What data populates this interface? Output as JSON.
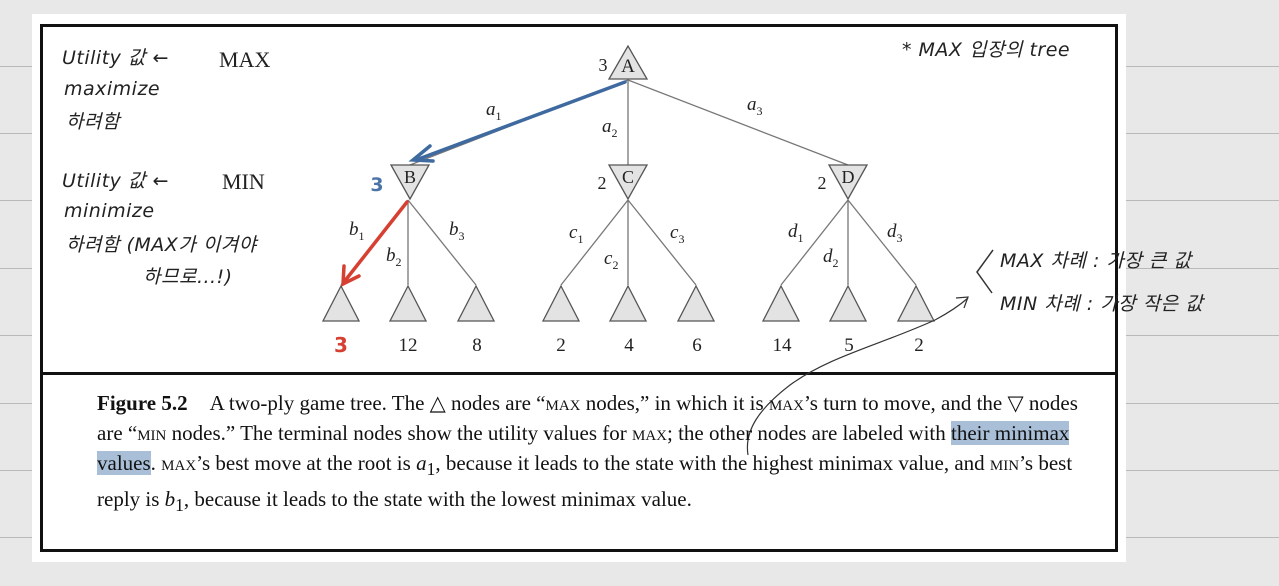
{
  "annotations": {
    "max_utility": "Utility 값 ←",
    "max_word": "MAX",
    "max_maximize": "maximize",
    "max_should": "하려함",
    "min_utility": "Utility 값 ←",
    "min_word": "MIN",
    "min_minimize": "minimize",
    "min_should": "하려함 (MAX가 이겨야",
    "min_should2": "하므로...!)",
    "corner_note": "* MAX 입장의 tree",
    "turn_max": "MAX 차례 : 가장 큰 값",
    "turn_min": "MIN 차례 : 가장 작은 값",
    "b_value": "3",
    "leaf_value": "3"
  },
  "tree": {
    "root": {
      "label": "A",
      "value": "3"
    },
    "min_nodes": [
      {
        "label": "B",
        "value": "3"
      },
      {
        "label": "C",
        "value": "2"
      },
      {
        "label": "D",
        "value": "2"
      }
    ],
    "root_edges": [
      "a",
      "a",
      "a"
    ],
    "root_edge_subs": [
      "1",
      "2",
      "3"
    ],
    "edge_groups": [
      {
        "letter": "b",
        "subs": [
          "1",
          "2",
          "3"
        ]
      },
      {
        "letter": "c",
        "subs": [
          "1",
          "2",
          "3"
        ]
      },
      {
        "letter": "d",
        "subs": [
          "1",
          "2",
          "3"
        ]
      }
    ],
    "leaves": [
      "12",
      "8",
      "2",
      "4",
      "6",
      "14",
      "5",
      "2"
    ]
  },
  "caption": {
    "label": "Figure 5.2",
    "p1": "A two-ply game tree. The △ nodes are “",
    "max": "max",
    "p2": " nodes,” in which it is ",
    "max2": "max",
    "p3": "’s turn to move, and the ▽ nodes are “",
    "min": "min",
    "p4": " nodes.” The terminal nodes show the utility values for ",
    "max3": "max",
    "p5": "; the other nodes are labeled with ",
    "highlight": "their minimax values",
    "p6": ". ",
    "max4": "max",
    "p7": "’s best move at the root is ",
    "a": "a",
    "a_sub": "1",
    "p8": ", because it leads to the state with the highest minimax value, and ",
    "min2": "min",
    "p9": "’s best reply is ",
    "b": "b",
    "b_sub": "1",
    "p10": ", because it leads to the state with the lowest minimax value."
  },
  "colors": {
    "blue_arrow": "#3f6aa0",
    "red_arrow": "#d64032",
    "highlight": "#a9bfd8"
  }
}
